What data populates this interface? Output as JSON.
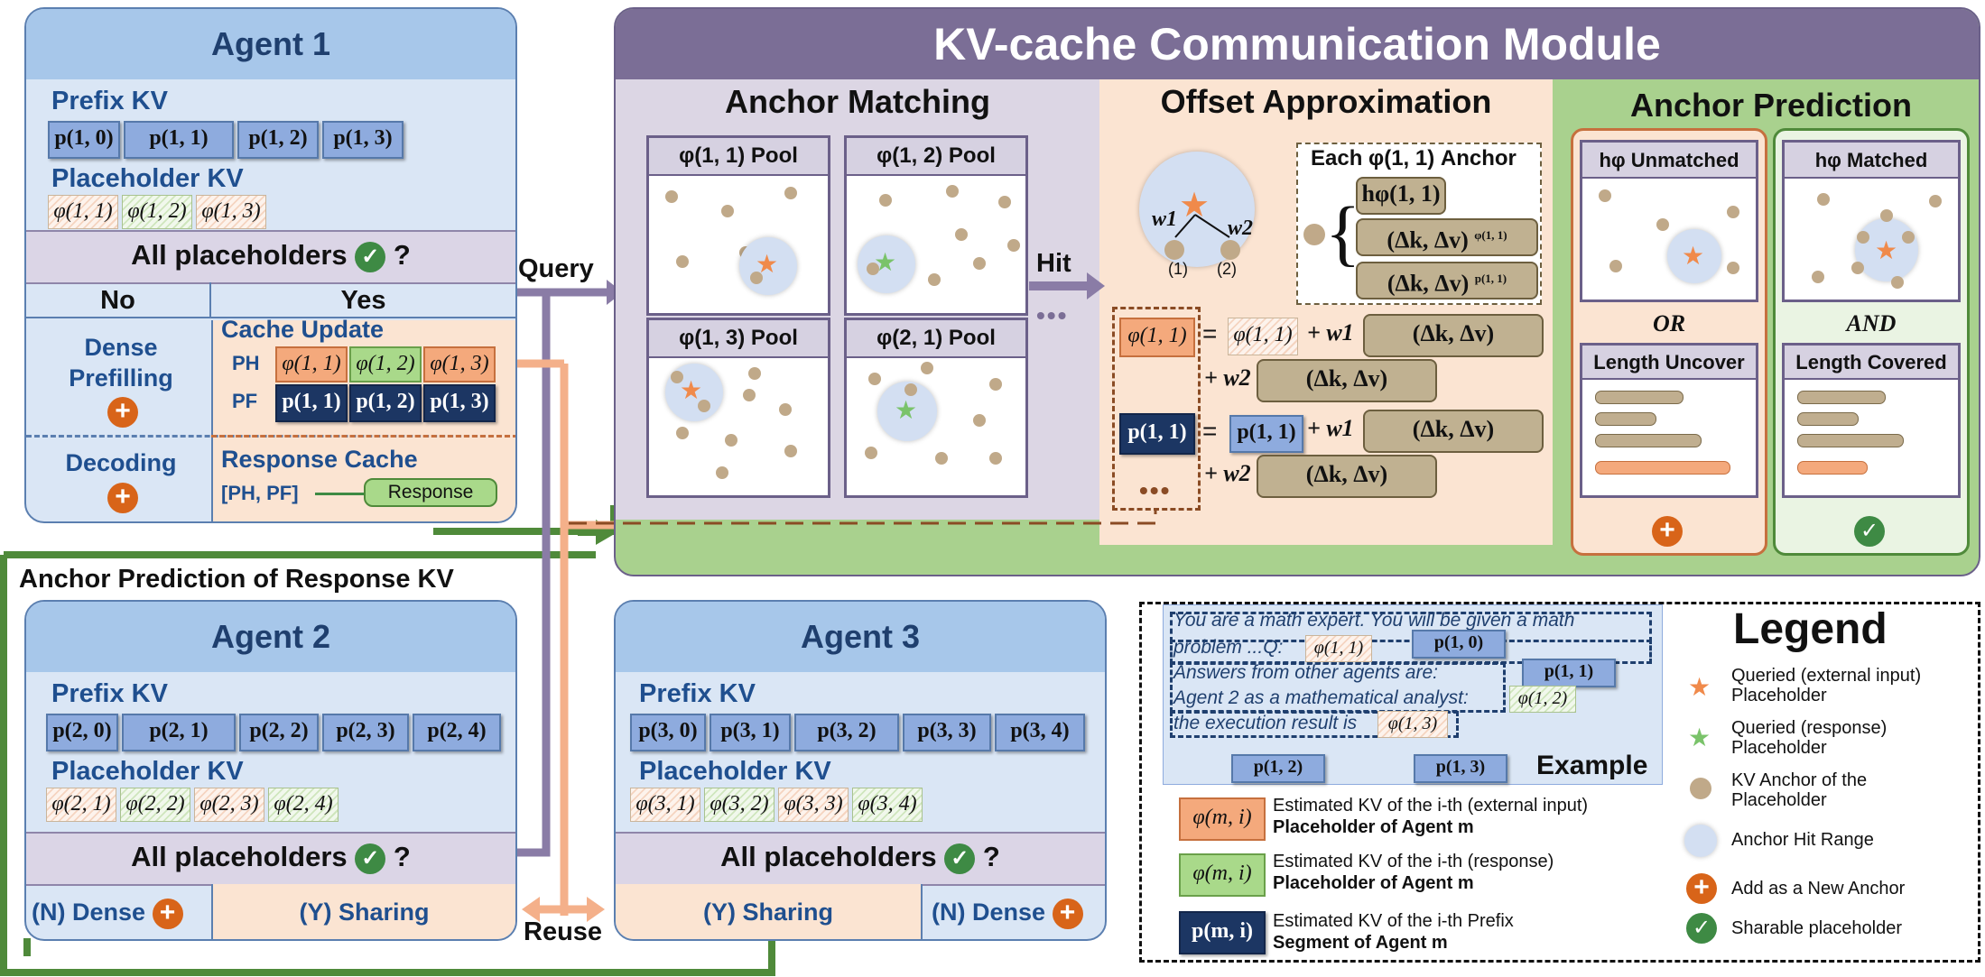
{
  "agent1": {
    "title": "Agent 1",
    "prefix_label": "Prefix KV",
    "prefix_tokens": [
      "p(1, 0)",
      "p(1, 1)",
      "p(1, 2)",
      "p(1, 3)"
    ],
    "placeholder_label": "Placeholder KV",
    "placeholders": [
      "φ(1, 1)",
      "φ(1, 2)",
      "φ(1, 3)"
    ],
    "question": "All placeholders",
    "no": "No",
    "yes": "Yes",
    "dense_prefilling": "Dense Prefilling",
    "decoding": "Decoding",
    "cache_update": "Cache Update",
    "ph": "PH",
    "pf": "PF",
    "ph_tokens": [
      "φ(1, 1)",
      "φ(1, 2)",
      "φ(1, 3)"
    ],
    "pf_tokens": [
      "p(1, 1)",
      "p(1, 2)",
      "p(1, 3)"
    ],
    "response_cache": "Response Cache",
    "ph_pf": "[PH, PF]",
    "response": "Response"
  },
  "agent2": {
    "title": "Agent 2",
    "prefix_label": "Prefix KV",
    "prefix_tokens": [
      "p(2, 0)",
      "p(2, 1)",
      "p(2, 2)",
      "p(2, 3)",
      "p(2, 4)"
    ],
    "placeholder_label": "Placeholder KV",
    "placeholders": [
      "φ(2, 1)",
      "φ(2, 2)",
      "φ(2, 3)",
      "φ(2, 4)"
    ],
    "question": "All placeholders",
    "dense": "(N) Dense",
    "sharing": "(Y) Sharing"
  },
  "agent3": {
    "title": "Agent 3",
    "prefix_label": "Prefix KV",
    "prefix_tokens": [
      "p(3, 0)",
      "p(3, 1)",
      "p(3, 2)",
      "p(3, 3)",
      "p(3, 4)"
    ],
    "placeholder_label": "Placeholder KV",
    "placeholders": [
      "φ(3, 1)",
      "φ(3, 2)",
      "φ(3, 3)",
      "φ(3, 4)"
    ],
    "question": "All placeholders",
    "sharing": "(Y) Sharing",
    "dense": "(N) Dense"
  },
  "flow": {
    "query": "Query",
    "hit": "Hit",
    "reuse": "Reuse",
    "anchor_prediction_response": "Anchor Prediction of Response KV"
  },
  "module": {
    "title": "KV-cache Communication Module",
    "anchor_matching": "Anchor Matching",
    "pools": [
      "φ(1, 1) Pool",
      "φ(1, 2) Pool",
      "φ(1, 3) Pool",
      "φ(2, 1) Pool"
    ],
    "ellipsis": "•••",
    "offset_approximation": "Offset Approximation",
    "each_anchor": "Each φ(1, 1) Anchor",
    "anchor_h": "hφ(1, 1)",
    "anchor_dkv_phi": "(Δk, Δv)",
    "anchor_dkv_phi_sup": "φ(1, 1)",
    "anchor_dkv_p": "(Δk, Δv)",
    "anchor_dkv_p_sup": "p(1, 1)",
    "w1": "w1",
    "w2": "w2",
    "n1": "(1)",
    "n2": "(2)",
    "eq_phi_lhs": "φ(1, 1)",
    "eq_phi_rhs": "φ(1, 1)",
    "eq_p_lhs": "p(1, 1)",
    "eq_p_rhs": "p(1, 1)",
    "term": "(Δk, Δv)",
    "plus_w1": "+ w1",
    "plus_w2": "+ w2",
    "equals": "=",
    "anchor_prediction": "Anchor Prediction",
    "unmatched": "hφ Unmatched",
    "matched": "hφ Matched",
    "or": "OR",
    "and": "AND",
    "length_uncover": "Length Uncover",
    "length_covered": "Length Covered"
  },
  "example": {
    "line1": "You are a math expert. You will be given a math",
    "line2": "problem ...Q:",
    "line3": "Answers from other agents are:",
    "line4": "Agent 2 as a mathematical analyst:",
    "line5": "the execution result is",
    "tokens": {
      "p10": "p(1, 0)",
      "p11": "p(1, 1)",
      "p12": "p(1, 2)",
      "p13": "p(1, 3)",
      "phi11": "φ(1, 1)",
      "phi12": "φ(1, 2)",
      "phi13": "φ(1, 3)"
    },
    "label": "Example",
    "keys": [
      {
        "token": "φ(m, i)",
        "text1": "Estimated KV of the i-th (external input)",
        "text2": "Placeholder of Agent m"
      },
      {
        "token": "φ(m, i)",
        "text1": "Estimated KV of the i-th (response)",
        "text2": "Placeholder of Agent m"
      },
      {
        "token": "p(m, i)",
        "text1": "Estimated KV of the i-th Prefix",
        "text2": "Segment of Agent m"
      }
    ]
  },
  "legend": {
    "title": "Legend",
    "items": [
      {
        "l1": "Queried (external input)",
        "l2": "Placeholder"
      },
      {
        "l1": "Queried (response)",
        "l2": "Placeholder"
      },
      {
        "l1": "KV Anchor of the",
        "l2": "Placeholder"
      },
      {
        "l1": "Anchor Hit Range",
        "l2": ""
      },
      {
        "l1": "Add as a New Anchor",
        "l2": ""
      },
      {
        "l1": "Sharable placeholder",
        "l2": ""
      }
    ]
  },
  "colors": {
    "agent_header": "#a7c7ea",
    "agent_body": "#dae6f5",
    "module_header": "#7b6e96",
    "anchor_matching_bg": "#dcd6e4",
    "offset_bg": "#fbe4d2",
    "anchor_pred_bg": "#a9d18e",
    "accent_orange": "#d86419",
    "accent_green": "#3e8a44",
    "prefix_token": "#8eabde",
    "dark_token": "#1c3663"
  },
  "icons": {
    "check": "check-circle-icon",
    "plus": "plus-circle-icon",
    "star": "star-icon",
    "anchor": "anchor-dot-icon"
  }
}
